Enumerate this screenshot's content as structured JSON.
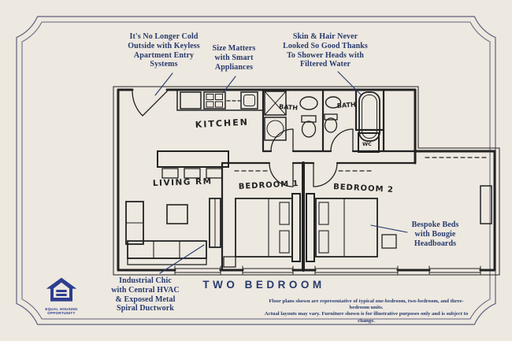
{
  "colors": {
    "background": "#ede8e0",
    "frame": "#60607e",
    "sketch_ink": "#222222",
    "annotation_navy": "#273a6d",
    "eho_blue": "#2e3e8f"
  },
  "annotations": [
    {
      "id": "keyless-entry",
      "text": "It's No Longer Cold\nOutside with Keyless\nApartment Entry\nSystems"
    },
    {
      "id": "smart-appliances",
      "text": "Size Matters\nwith Smart\nAppliances"
    },
    {
      "id": "filtered-shower-heads",
      "text": "Skin & Hair Never\nLooked So Good Thanks\nTo Shower Heads with\nFiltered Water"
    },
    {
      "id": "bespoke-beds",
      "text": "Bespoke Beds\nwith Bougie\nHeadboards"
    },
    {
      "id": "hvac-ductwork",
      "text": "Industrial Chic\nwith Central HVAC\n& Exposed Metal\nSpiral Ductwork"
    }
  ],
  "plan_labels": {
    "kitchen": "KITCHEN",
    "bath1": "BATH",
    "bath2": "BATH",
    "wc": "WC",
    "living_room": "LIVING RM",
    "bedroom1": "BEDROOM 1",
    "bedroom2": "BEDROOM 2"
  },
  "title": "TWO BEDROOM",
  "disclaimer": "Floor plans shown are representative of typical one-bedroom, two-bedroom, and three-bedroom units.\nActual layouts may vary. Furniture shown is for illustrative purposes only and is subject to change.",
  "eho": {
    "label": "EQUAL HOUSING\nOPPORTUNITY"
  }
}
